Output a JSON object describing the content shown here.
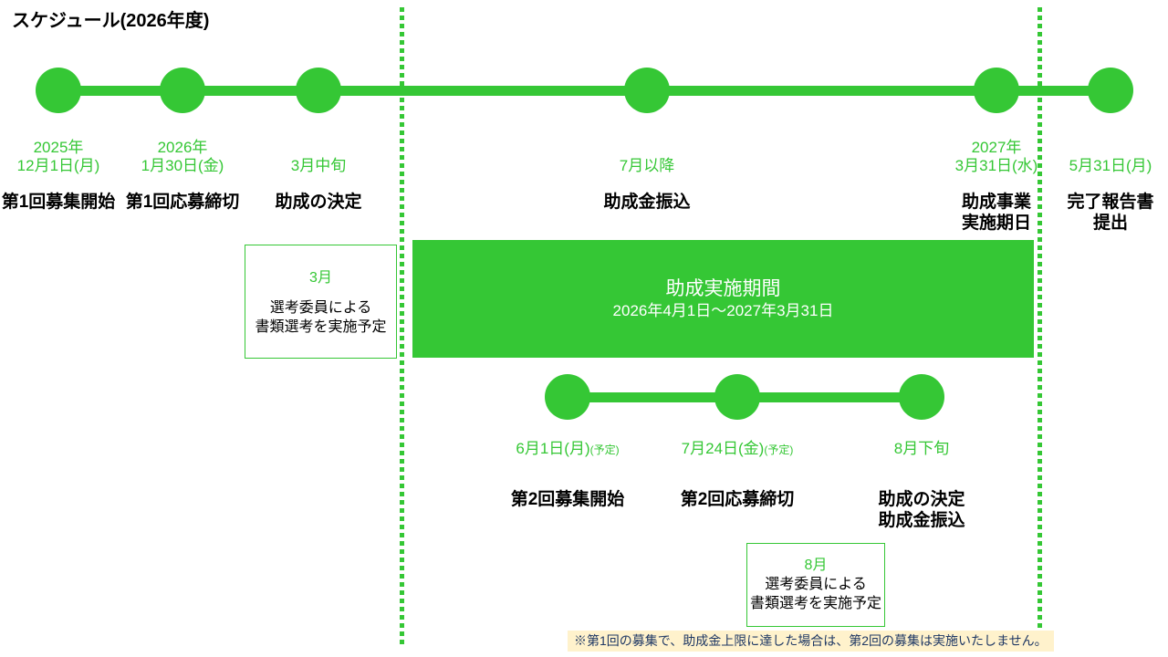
{
  "title": "スケジュール(2026年度)",
  "colors": {
    "green": "#35C735",
    "note_bg": "#FFF2CC",
    "note_text": "#1F3864"
  },
  "round1_timeline": {
    "milestones": [
      {
        "date": "2025年\n12月1日(月)",
        "label": "第1回募集開始"
      },
      {
        "date": "2026年\n1月30日(金)",
        "label": "第1回応募締切"
      },
      {
        "date": "3月中旬",
        "label": "助成の決定"
      },
      {
        "date": "7月以降",
        "label": "助成金振込"
      },
      {
        "date": "2027年\n3月31日(水)",
        "label": "助成事業\n実施期日"
      },
      {
        "date": "5月31日(月)",
        "label": "完了報告書\n提出"
      }
    ]
  },
  "screening_round1": {
    "month": "3月",
    "text": "選考委員による\n書類選考を実施予定"
  },
  "grant_period": {
    "title": "助成実施期間",
    "range": "2026年4月1日～2027年3月31日"
  },
  "round2_timeline": {
    "milestones": [
      {
        "date": "6月1日(月)",
        "date_note": "(予定)",
        "label": "第2回募集開始"
      },
      {
        "date": "7月24日(金)",
        "date_note": "(予定)",
        "label": "第2回応募締切"
      },
      {
        "date": "8月下旬",
        "date_note": "",
        "label": "助成の決定\n助成金振込"
      }
    ]
  },
  "screening_round2": {
    "month": "8月",
    "text": "選考委員による\n書類選考を実施予定"
  },
  "footnote": "※第1回の募集で、助成金上限に達した場合は、第2回の募集は実施いたしません。"
}
